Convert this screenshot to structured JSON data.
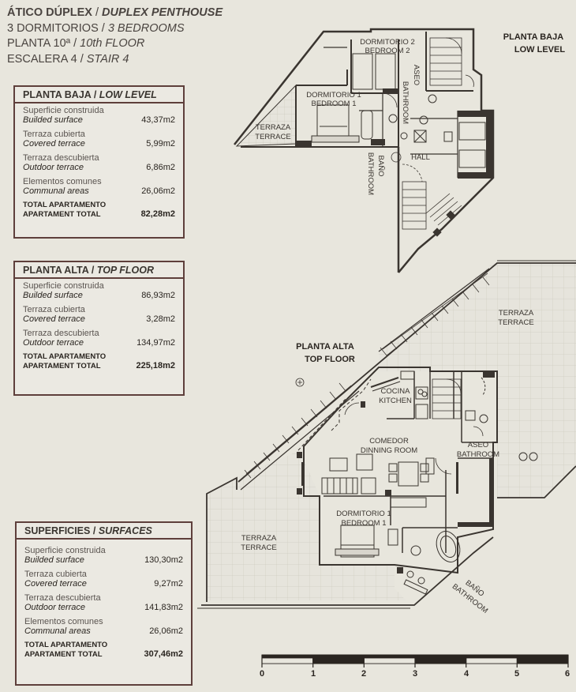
{
  "header": {
    "line1_es": "ÁTICO DÚPLEX",
    "line1_en": "DUPLEX PENTHOUSE",
    "line2_es": "3 DORMITORIOS",
    "line2_en": "3 BEDROOMS",
    "line3_es": "PLANTA 10ª",
    "line3_en": "10th FLOOR",
    "line4_es": "ESCALERA 4",
    "line4_en": "STAIR 4",
    "sep": "/"
  },
  "low_panel": {
    "title_es": "PLANTA BAJA",
    "title_en": "LOW LEVEL",
    "rows": [
      {
        "es": "Superficie construida",
        "en": "Builded surface",
        "value": "43,37m2"
      },
      {
        "es": "Terraza cubierta",
        "en": "Covered terrace",
        "value": "5,99m2"
      },
      {
        "es": "Terraza descubierta",
        "en": "Outdoor terrace",
        "value": "6,86m2"
      },
      {
        "es": "Elementos comunes",
        "en": "Communal areas",
        "value": "26,06m2"
      }
    ],
    "total_es": "TOTAL APARTAMENTO",
    "total_en": "APARTAMENT TOTAL",
    "total_value": "82,28m2"
  },
  "top_panel": {
    "title_es": "PLANTA ALTA",
    "title_en": "TOP FLOOR",
    "rows": [
      {
        "es": "Superficie construida",
        "en": "Builded surface",
        "value": "86,93m2"
      },
      {
        "es": "Terraza cubierta",
        "en": "Covered terrace",
        "value": "3,28m2"
      },
      {
        "es": "Terraza descubierta",
        "en": "Outdoor terrace",
        "value": "134,97m2"
      }
    ],
    "total_es": "TOTAL APARTAMENTO",
    "total_en": "APARTAMENT TOTAL",
    "total_value": "225,18m2"
  },
  "surfaces_panel": {
    "title_es": "SUPERFICIES",
    "title_en": "SURFACES",
    "rows": [
      {
        "es": "Superficie construida",
        "en": "Builded surface",
        "value": "130,30m2"
      },
      {
        "es": "Terraza cubierta",
        "en": "Covered terrace",
        "value": "9,27m2"
      },
      {
        "es": "Terraza descubierta",
        "en": "Outdoor terrace",
        "value": "141,83m2"
      },
      {
        "es": "Elementos comunes",
        "en": "Communal areas",
        "value": "26,06m2"
      }
    ],
    "total_es": "TOTAL APARTAMENTO",
    "total_en": "APARTAMENT TOTAL",
    "total_value": "307,46m2"
  },
  "plan_labels": {
    "low_level_es": "PLANTA BAJA",
    "low_level_en": "LOW LEVEL",
    "top_floor_es": "PLANTA ALTA",
    "top_floor_en": "TOP FLOOR",
    "bedroom2_es": "DORMITORIO 2",
    "bedroom2_en": "BEDROOM 2",
    "bedroom1_es": "DORMITORIO 1",
    "bedroom1_en": "BEDROOM 1",
    "aseo": "ASEO",
    "bathroom": "BATHROOM",
    "terraza": "TERRAZA",
    "terrace": "TERRACE",
    "hall": "HALL",
    "bano": "BAÑO",
    "cocina": "COCINA",
    "kitchen": "KITCHEN",
    "comedor": "COMEDOR",
    "dinning_room": "DINNING ROOM"
  },
  "scale": {
    "ticks": [
      "0",
      "1",
      "2",
      "3",
      "4",
      "5",
      "6"
    ]
  }
}
